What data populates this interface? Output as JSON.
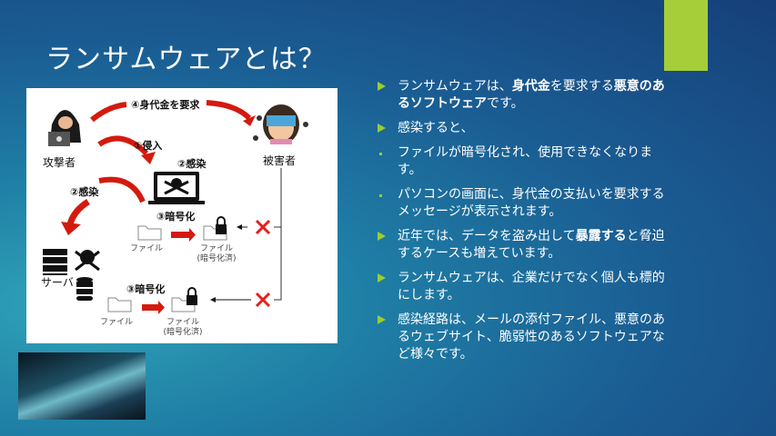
{
  "slide": {
    "title": "ランサムウェアとは？",
    "accent_color": "#a6ce39"
  },
  "diagram": {
    "demand": "④身代金を要求",
    "attacker": "攻撃者",
    "victim": "被害者",
    "intrude": "①侵入",
    "infect1": "②感染",
    "infect2": "②感染",
    "encrypt1": "③暗号化",
    "encrypt2": "③暗号化",
    "file": "ファイル",
    "file_enc": "ファイル",
    "file_enc_note": "(暗号化済)",
    "server": "サーバ"
  },
  "bullets": [
    {
      "marker": "arrow",
      "parts": [
        {
          "t": "ランサムウェアは、",
          "b": false
        },
        {
          "t": "身代金",
          "b": true
        },
        {
          "t": "を要求する",
          "b": false
        },
        {
          "t": "悪意のあるソフトウェア",
          "b": true
        },
        {
          "t": "です。",
          "b": false
        }
      ]
    },
    {
      "marker": "arrow",
      "parts": [
        {
          "t": " 感染すると、",
          "b": false
        }
      ]
    },
    {
      "marker": "dot",
      "parts": [
        {
          "t": "ファイルが暗号化され、使用できなくなります。",
          "b": false
        }
      ]
    },
    {
      "marker": "dot",
      "parts": [
        {
          "t": "パソコンの画面に、身代金の支払いを要求するメッセージが表示されます。",
          "b": false
        }
      ]
    },
    {
      "marker": "arrow",
      "parts": [
        {
          "t": "近年では、データを盗み出して",
          "b": false
        },
        {
          "t": "暴露する",
          "b": true
        },
        {
          "t": "と脅迫するケースも増えています。",
          "b": false
        }
      ]
    },
    {
      "marker": "arrow",
      "parts": [
        {
          "t": "ランサムウェアは、企業だけでなく個人も標的にします。",
          "b": false
        }
      ]
    },
    {
      "marker": "arrow",
      "parts": [
        {
          "t": " 感染経路は、メールの添付ファイル、悪意のあるウェブサイト、脆弱性のあるソフトウェアなど様々です。",
          "b": false
        }
      ]
    }
  ]
}
